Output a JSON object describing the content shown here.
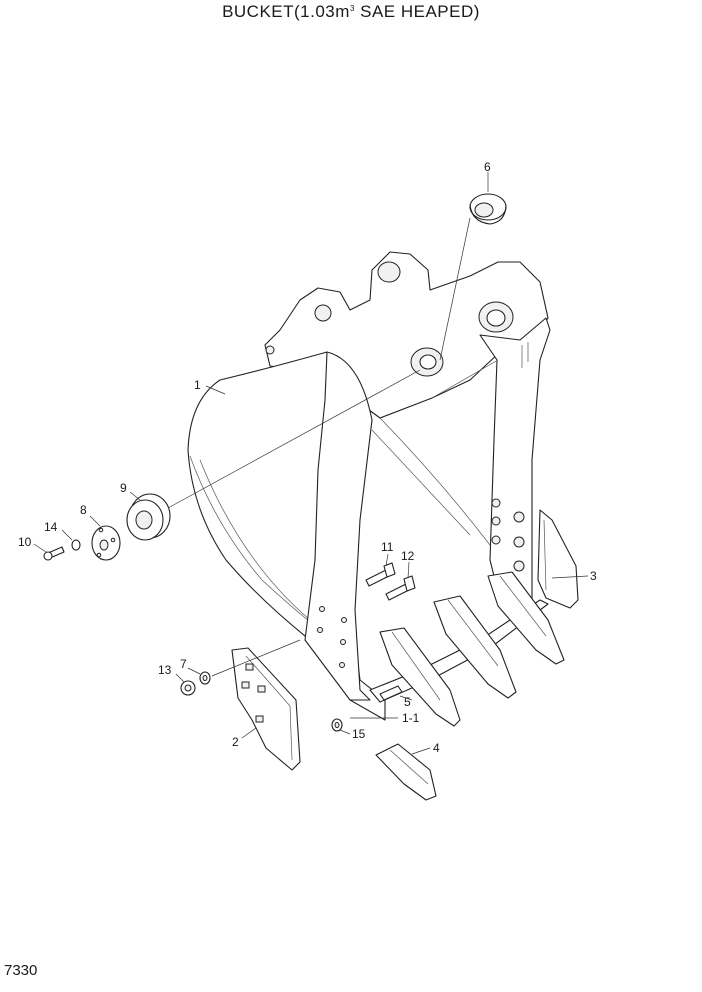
{
  "title": {
    "main": "BUCKET(1.03m",
    "superscript": "3",
    "rest": " SAE HEAPED)"
  },
  "page_number": "7330",
  "callouts": [
    {
      "id": "c1",
      "label": "1"
    },
    {
      "id": "c2",
      "label": "2"
    },
    {
      "id": "c3",
      "label": "3"
    },
    {
      "id": "c4",
      "label": "4"
    },
    {
      "id": "c5",
      "label": "5"
    },
    {
      "id": "c6",
      "label": "6"
    },
    {
      "id": "c7",
      "label": "7"
    },
    {
      "id": "c8",
      "label": "8"
    },
    {
      "id": "c9",
      "label": "9"
    },
    {
      "id": "c10",
      "label": "10"
    },
    {
      "id": "c11",
      "label": "11"
    },
    {
      "id": "c12",
      "label": "12"
    },
    {
      "id": "c13",
      "label": "13"
    },
    {
      "id": "c14",
      "label": "14"
    },
    {
      "id": "c15",
      "label": "15"
    },
    {
      "id": "c1-1",
      "label": "1-1"
    }
  ]
}
